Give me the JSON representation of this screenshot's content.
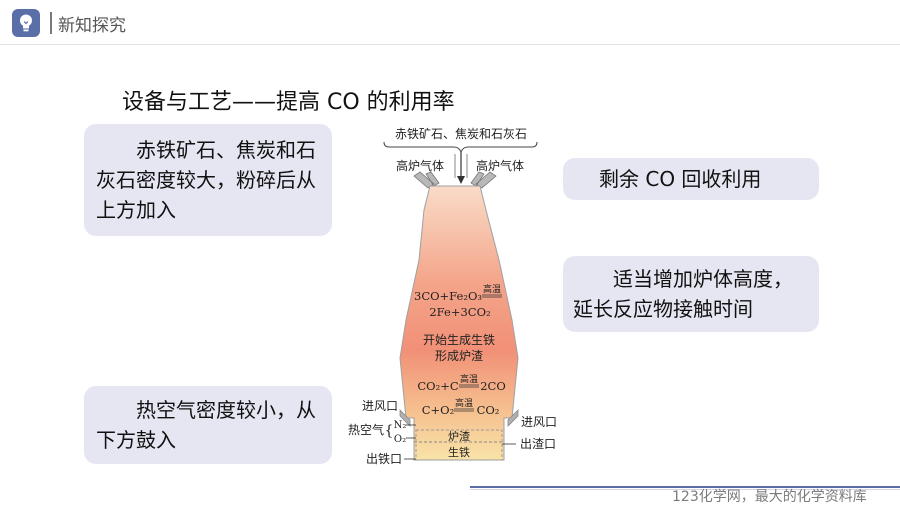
{
  "header": {
    "title": "新知探究",
    "logo_icon": "lightbulb-icon",
    "accent": "#5a6ea8"
  },
  "slide_title": "设备与工艺——提高 CO 的利用率",
  "cards": {
    "ore": "赤铁矿石、焦炭和石灰石密度较大，粉碎后从上方加入",
    "co": "剩余 CO 回收利用",
    "height": "适当增加炉体高度，延长反应物接触时间",
    "air": "热空气密度较小，从下方鼓入"
  },
  "furnace": {
    "top_label": "赤铁矿石、焦炭和石灰石",
    "gas_left": "高炉气体",
    "gas_right": "高炉气体",
    "reaction1_left": "3CO+Fe₂O₃",
    "reaction1_cond": "高温",
    "reaction1_right": "2Fe+3CO₂",
    "iron_start_1": "开始生成生铁",
    "iron_start_2": "形成炉渣",
    "reaction2_left": "CO₂+C",
    "reaction2_cond": "高温",
    "reaction2_right": "2CO",
    "reaction3_left": "C+O₂",
    "reaction3_cond": "高温",
    "reaction3_right": "CO₂",
    "inlet_left": "进风口",
    "inlet_right": "进风口",
    "hot_air": "热空气",
    "n2": "N₂",
    "o2": "O₂",
    "slag": "炉渣",
    "iron": "生铁",
    "slag_outlet": "出渣口",
    "iron_outlet": "出铁口"
  },
  "footer": {
    "text": "123化学网，最大的化学资料库"
  }
}
